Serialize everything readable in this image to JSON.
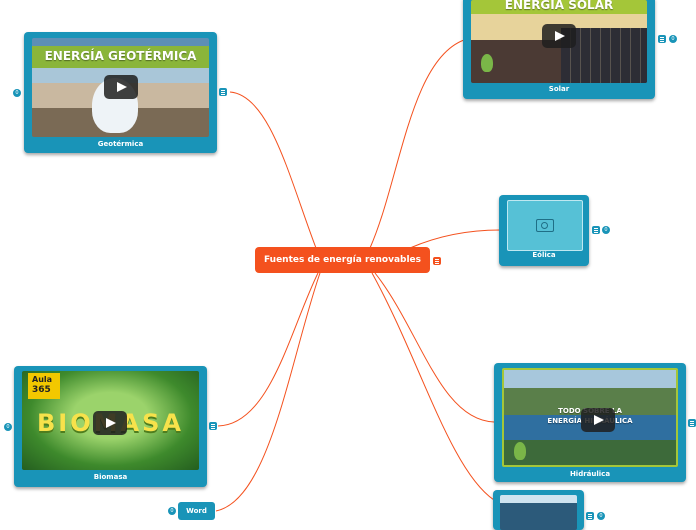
{
  "central": {
    "label": "Fuentes de energía renovables"
  },
  "nodes": {
    "solar": {
      "label": "Solar",
      "video_title": "ENERGÍA SOLAR",
      "badge": "0"
    },
    "geotermica": {
      "label": "Geotérmica",
      "video_title": "ENERGÍA GEOTÉRMICA",
      "badge": "0"
    },
    "eolica": {
      "label": "Eólica",
      "badge": "0"
    },
    "hidraulica": {
      "label": "Hidráulica",
      "video_title_1": "TODO SOBRE LA",
      "video_title_2": "ENERGÍA HIDRÁULICA"
    },
    "biomasa": {
      "label": "Biomasa",
      "video_title": "BIOMASA",
      "brand_1": "Aula",
      "brand_2": "365",
      "badge": "0"
    },
    "word": {
      "label": "Word",
      "badge": "0"
    },
    "bottom": {
      "badge": "0"
    }
  },
  "colors": {
    "central": "#f4511e",
    "node": "#1994b8",
    "link": "#f4511e"
  }
}
